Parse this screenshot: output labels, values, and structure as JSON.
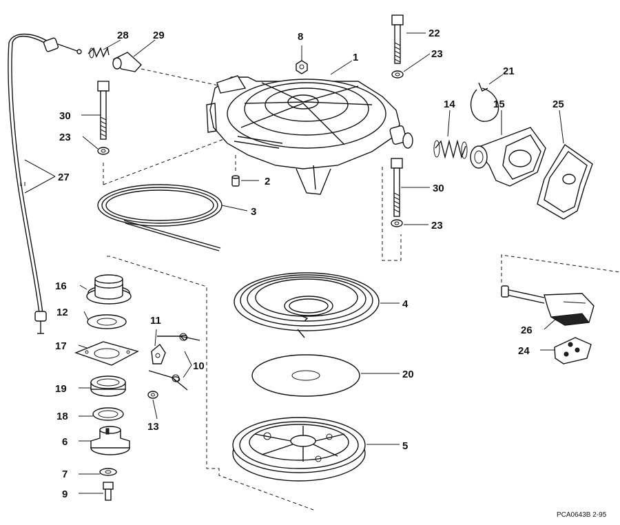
{
  "diagram": {
    "code": "PCA0643B  2-95",
    "callouts": {
      "c1": "1",
      "c2": "2",
      "c3": "3",
      "c4": "4",
      "c5": "5",
      "c6": "6",
      "c7": "7",
      "c8": "8",
      "c9": "9",
      "c10": "10",
      "c11": "11",
      "c12": "12",
      "c13": "13",
      "c14": "14",
      "c15": "15",
      "c16": "16",
      "c17": "17",
      "c18": "18",
      "c19": "19",
      "c20": "20",
      "c21": "21",
      "c22": "22",
      "c23a": "23",
      "c23b": "23",
      "c23c": "23",
      "c24": "24",
      "c25": "25",
      "c26": "26",
      "c27": "27",
      "c28": "28",
      "c29": "29",
      "c30a": "30",
      "c30b": "30"
    }
  }
}
